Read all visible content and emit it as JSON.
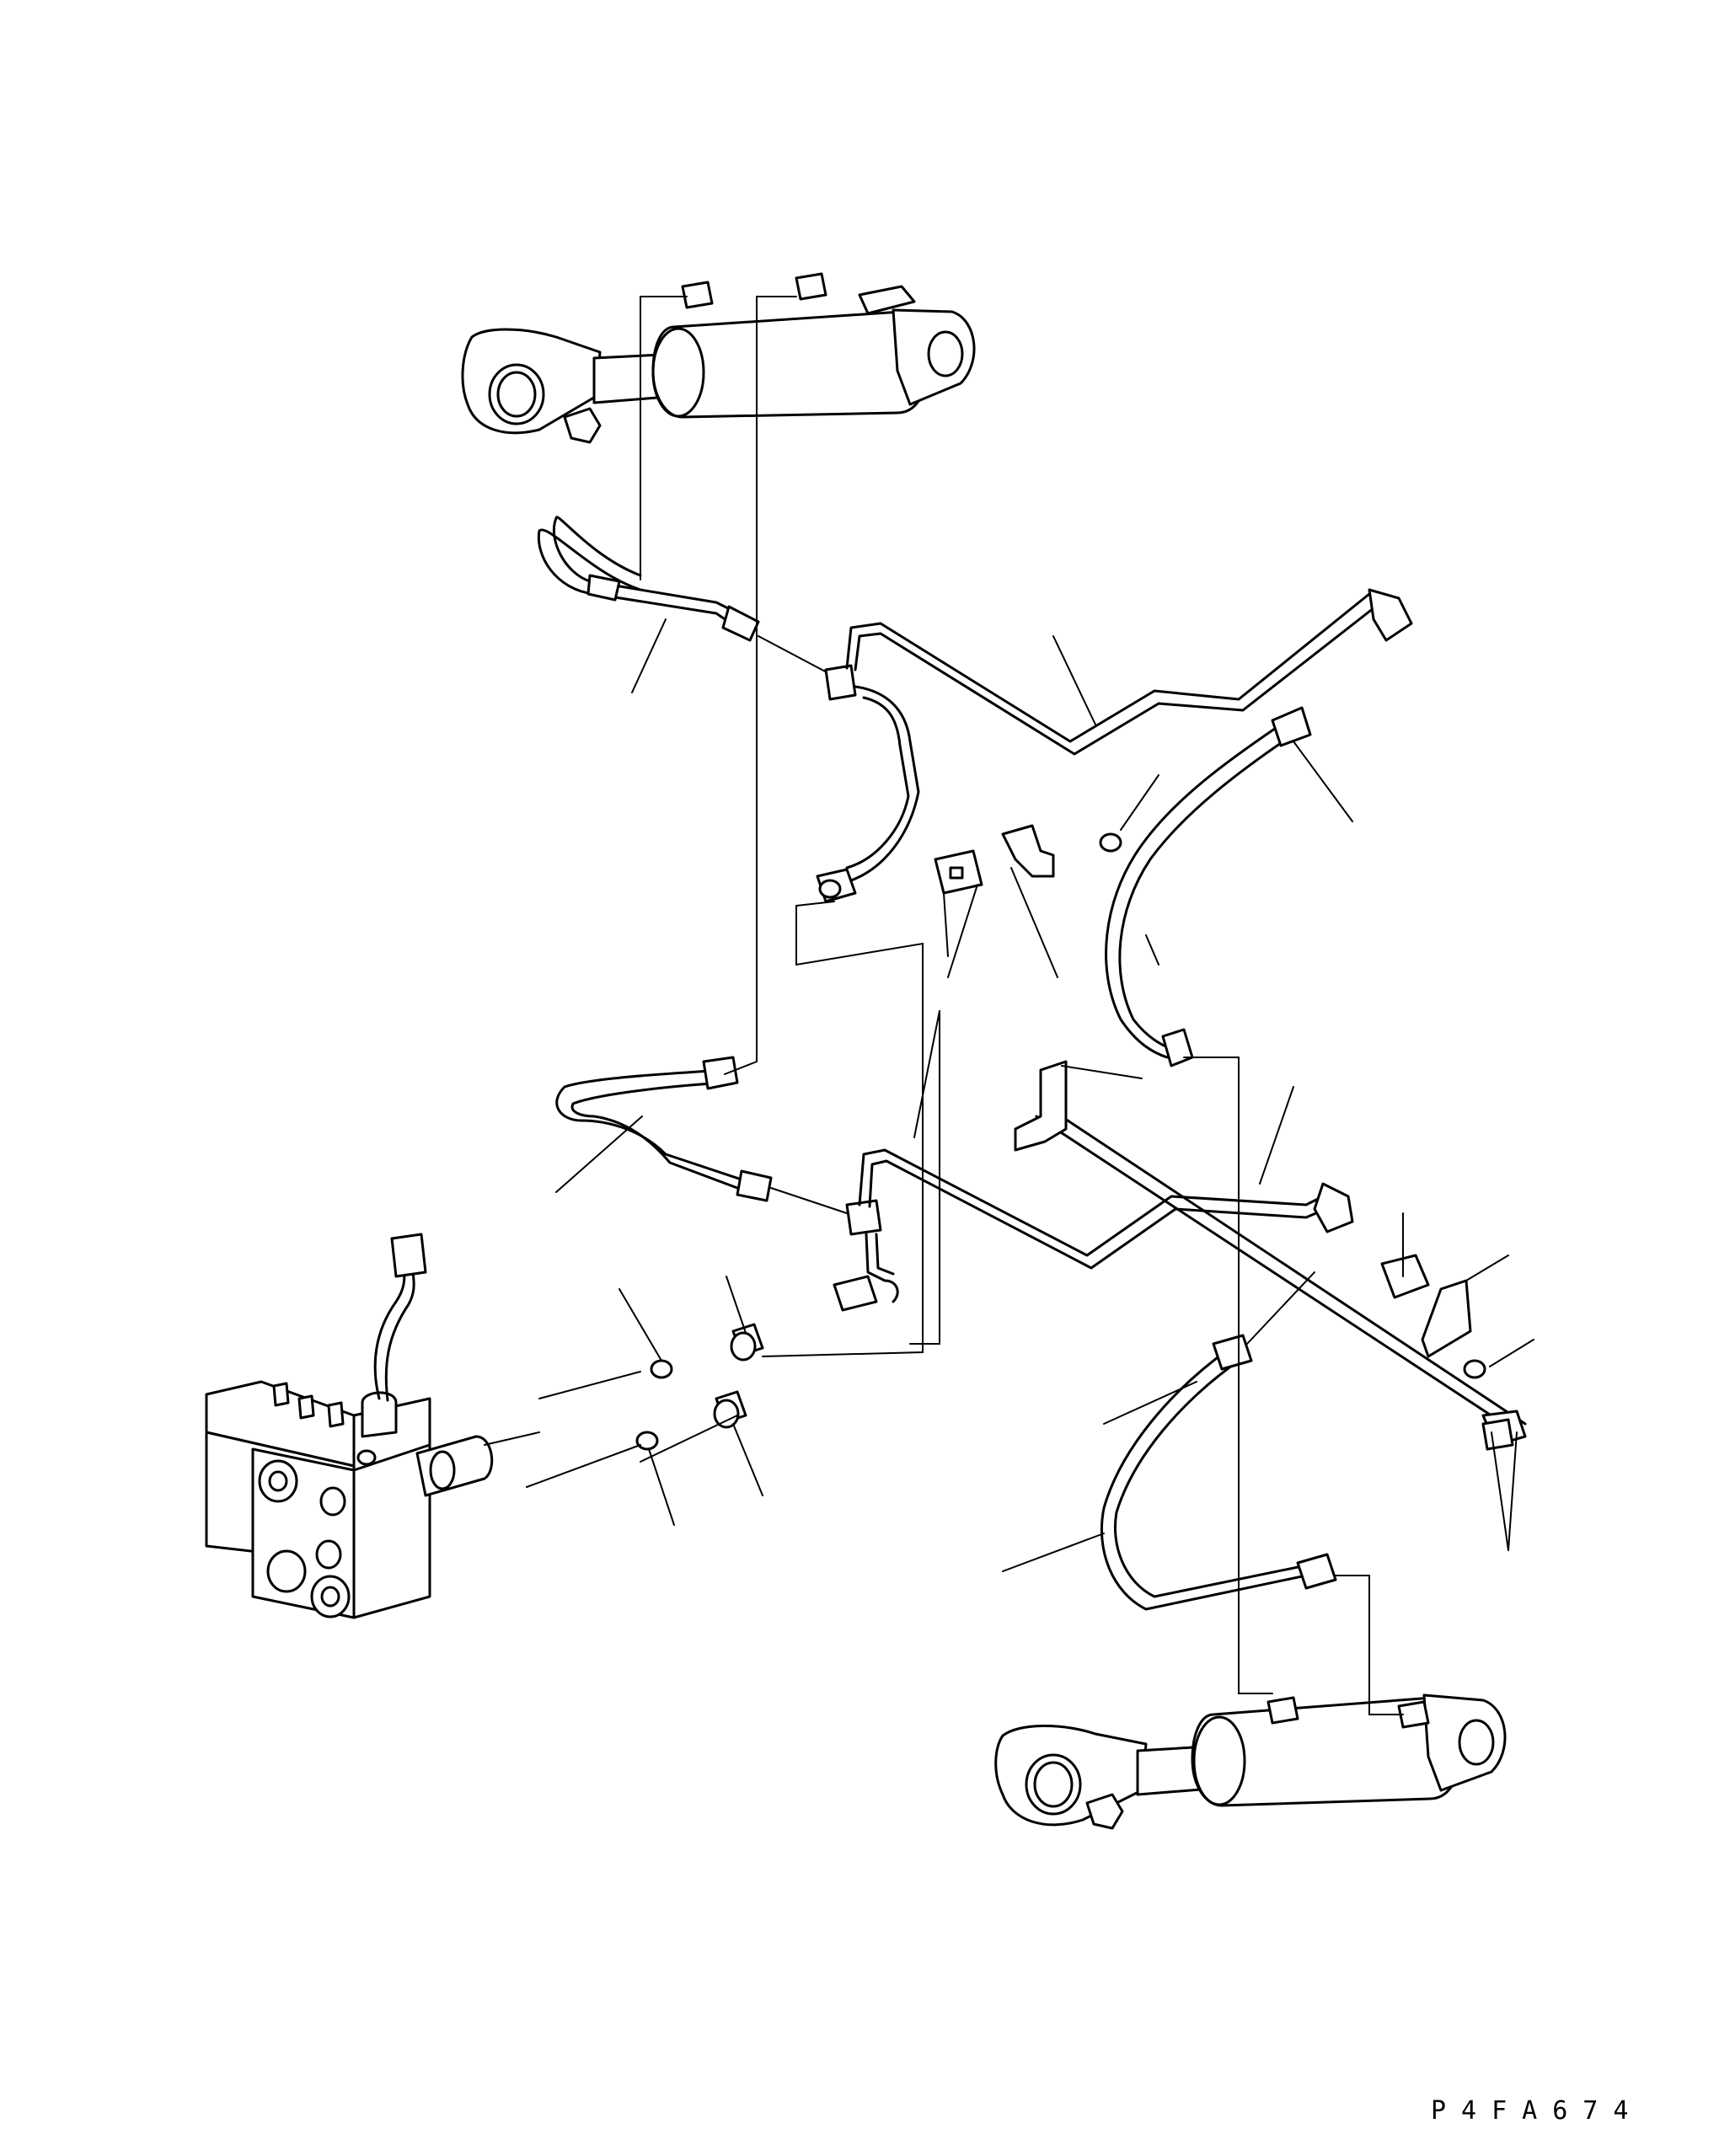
{
  "drawing": {
    "drawing_code": "P4FA674"
  },
  "colors": {
    "line": "#000000",
    "background": "#ffffff"
  },
  "components": [
    {
      "name": "upper-hydraulic-cylinder"
    },
    {
      "name": "lower-hydraulic-cylinder"
    },
    {
      "name": "control-valve"
    },
    {
      "name": "hose"
    },
    {
      "name": "tube"
    },
    {
      "name": "clamp"
    },
    {
      "name": "bracket"
    },
    {
      "name": "elbow-fitting"
    },
    {
      "name": "o-ring"
    },
    {
      "name": "bolt"
    }
  ]
}
